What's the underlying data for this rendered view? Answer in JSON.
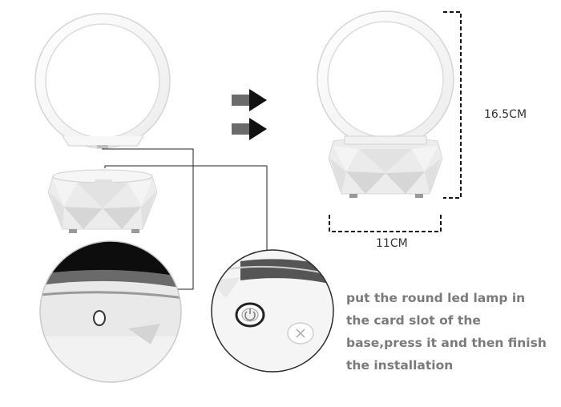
{
  "colors": {
    "ring_outline": "#d9d9d9",
    "base_face_light": "#f2f2f2",
    "base_face_mid": "#e3e3e3",
    "base_face_dark": "#cfcfcf",
    "connector_line": "#222222",
    "arrow": "#111111",
    "dimension_line": "#111111",
    "instruction_text": "#7a7a7a",
    "dimension_text": "#333333"
  },
  "dimensions": {
    "height_label": "16.5CM",
    "width_label": "11CM"
  },
  "instructions": {
    "lines": [
      "put the round led lamp in",
      "the card slot of the",
      "base,press it and then finish",
      "the installation"
    ]
  },
  "icons": {
    "arrows": "double-right-arrow-icon",
    "power": "power-icon",
    "cancel": "x-icon"
  }
}
